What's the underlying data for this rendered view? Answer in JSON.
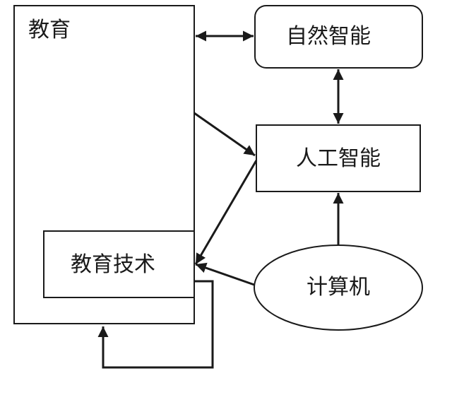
{
  "diagram": {
    "nodes": {
      "education": {
        "label": "教育",
        "shape": "rectangle"
      },
      "education_technology": {
        "label": "教育技术",
        "shape": "rectangle"
      },
      "natural_intelligence": {
        "label": "自然智能",
        "shape": "rounded-rectangle"
      },
      "artificial_intelligence": {
        "label": "人工智能",
        "shape": "rectangle"
      },
      "computer": {
        "label": "计算机",
        "shape": "ellipse"
      }
    },
    "edges": [
      {
        "from": "education",
        "to": "natural_intelligence",
        "direction": "both"
      },
      {
        "from": "natural_intelligence",
        "to": "artificial_intelligence",
        "direction": "both"
      },
      {
        "from": "education",
        "to": "artificial_intelligence",
        "direction": "forward"
      },
      {
        "from": "artificial_intelligence",
        "to": "education_technology",
        "direction": "forward"
      },
      {
        "from": "computer",
        "to": "artificial_intelligence",
        "direction": "forward"
      },
      {
        "from": "computer",
        "to": "education_technology",
        "direction": "forward"
      },
      {
        "from": "education_technology",
        "to": "education",
        "direction": "forward",
        "routing": "loop-below"
      }
    ],
    "colors": {
      "stroke": "#1a1a1a",
      "background": "#ffffff"
    }
  }
}
